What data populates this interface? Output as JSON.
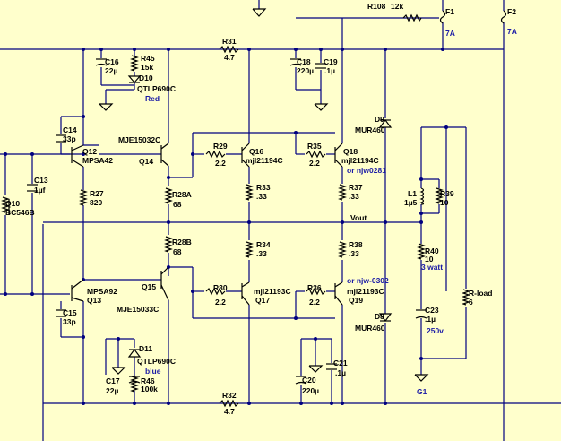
{
  "labels": {
    "r108": "R108",
    "r108_val": "12k",
    "f1": "F1",
    "f1_val": "7A",
    "f2": "F2",
    "f2_val": "7A",
    "r31": "R31",
    "r31_val": "4.7",
    "c16": "C16",
    "c16_val": "22µ",
    "r45": "R45",
    "r45_val": "15k",
    "d10": "D10",
    "d10_val": "QTLP690C",
    "d10_note": "Red",
    "c18": "C18",
    "c18_val": "220µ",
    "c19": "C19",
    "c19_val": ".1µ",
    "d9": "D9",
    "d9_val": "MUR460",
    "c14": "C14",
    "c14_val": "33p",
    "q14_part": "MJE15032C",
    "q14": "Q14",
    "q12": "Q12",
    "q12_val": "MPSA42",
    "r29": "R29",
    "r29_val": "2.2",
    "q16": "Q16",
    "q16_val": "mjl21194C",
    "r35": "R35",
    "r35_val": "2.2",
    "q18": "Q18",
    "q18_val": "mjl21194C",
    "q18_note": "or njw0281",
    "c13": "C13",
    "c13_val": "1µf",
    "q10": "Q10",
    "q10_val": "BC546B",
    "r27": "R27",
    "r27_val": "820",
    "r28a": "R28A",
    "r28a_val": "68",
    "r33": "R33",
    "r33_val": ".33",
    "r37": "R37",
    "r37_val": ".33",
    "l1": "L1",
    "l1_val": "1µ5",
    "r39": "R39",
    "r39_val": "10",
    "vout": "Vout",
    "r28b": "R28B",
    "r28b_val": "68",
    "r34": "R34",
    "r34_val": ".33",
    "r38": "R38",
    "r38_val": ".33",
    "r40": "R40",
    "r40_val": "10",
    "r40_note": "3 watt",
    "q19_note": "or njw-0302",
    "q15": "Q15",
    "mpsa92": "MPSA92",
    "q13": "Q13",
    "r30": "R30",
    "r30_val": "2.2",
    "q17_part": "mjl21193C",
    "q17": "Q17",
    "r36": "R36",
    "r36_val": "2.2",
    "q19_part": "mjl21193C",
    "q19": "Q19",
    "rload": "R-load",
    "rload_val": "6",
    "c15": "C15",
    "c15_val": "33p",
    "q15_part": "MJE15033C",
    "c23": "C23",
    "c23_val": ".1µ",
    "c23_note": "250v",
    "d8": "D8",
    "d8_val": "MUR460",
    "d11": "D11",
    "d11_val": "QTLP690C",
    "d11_note": "blue",
    "c17": "C17",
    "c17_val": "22µ",
    "r46": "R46",
    "r46_val": "100k",
    "c20": "C20",
    "c20_val": "220µ",
    "c21": "C21",
    "c21_val": ".1µ",
    "r32": "R32",
    "r32_val": "4.7",
    "g1": "G1"
  }
}
